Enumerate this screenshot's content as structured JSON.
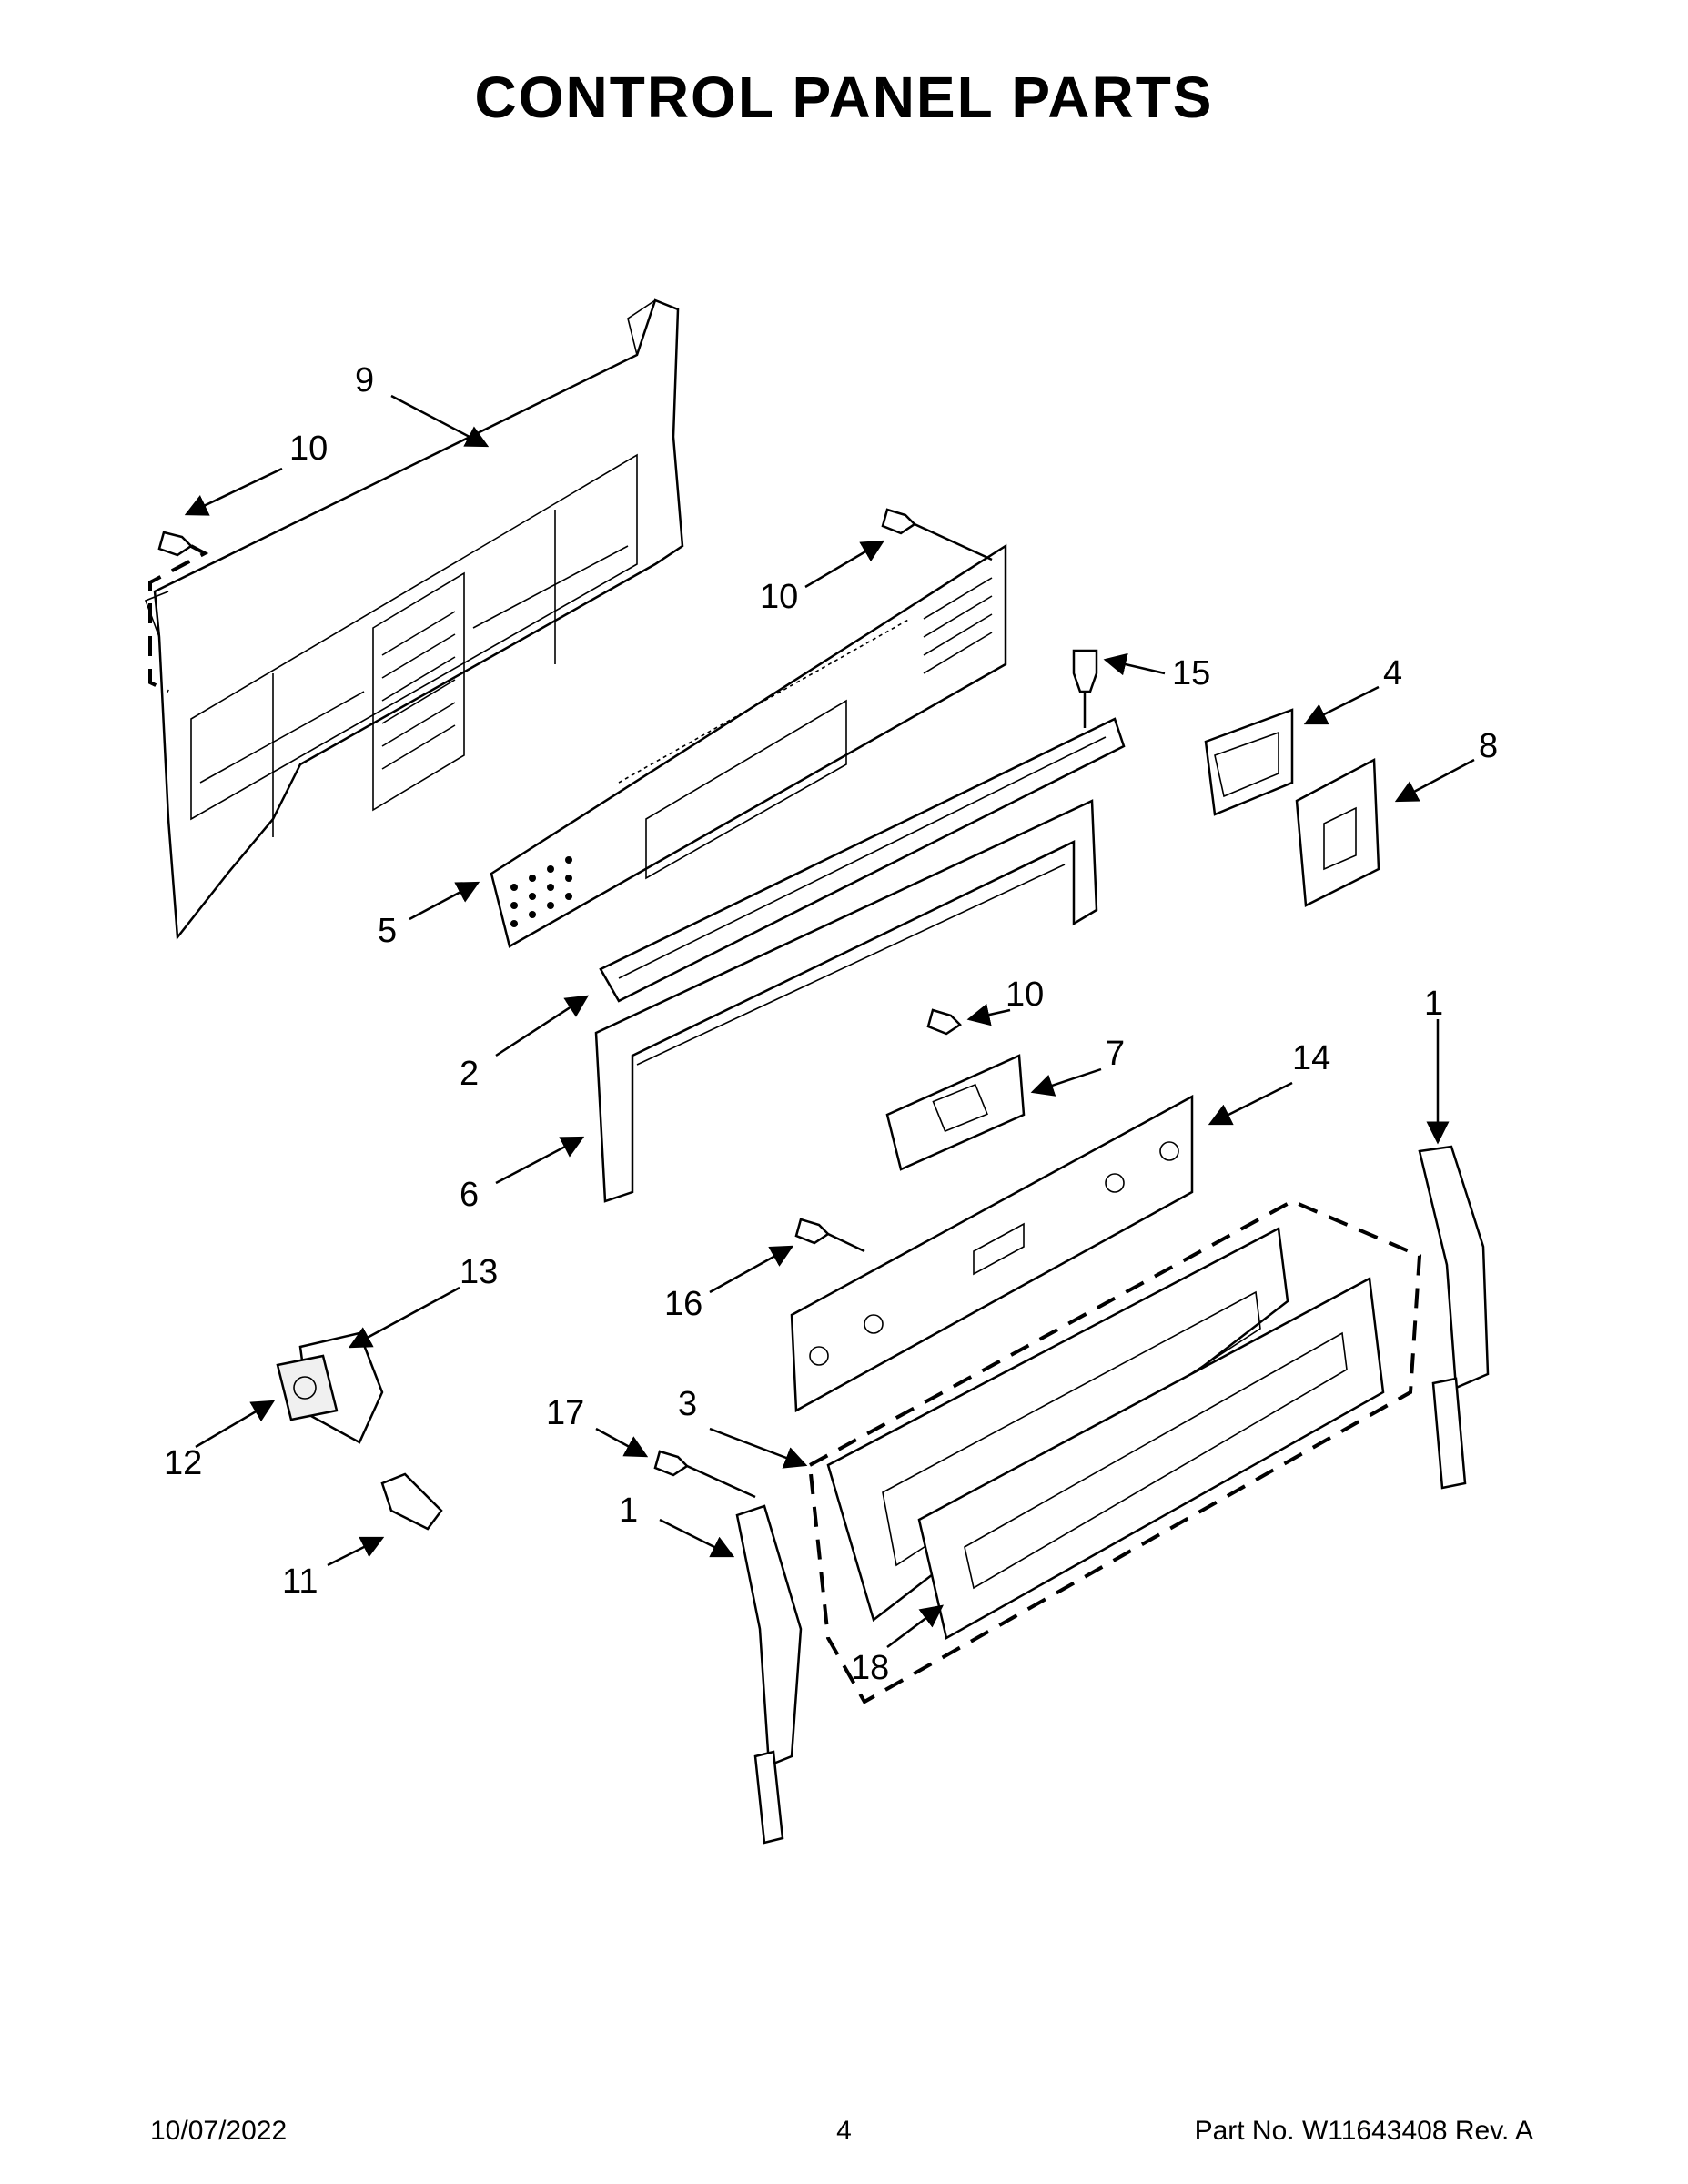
{
  "title": "CONTROL PANEL PARTS",
  "callouts": [
    {
      "id": "9",
      "label": "9"
    },
    {
      "id": "10a",
      "label": "10"
    },
    {
      "id": "10b",
      "label": "10"
    },
    {
      "id": "15",
      "label": "15"
    },
    {
      "id": "4",
      "label": "4"
    },
    {
      "id": "8",
      "label": "8"
    },
    {
      "id": "5",
      "label": "5"
    },
    {
      "id": "10c",
      "label": "10"
    },
    {
      "id": "1a",
      "label": "1"
    },
    {
      "id": "7",
      "label": "7"
    },
    {
      "id": "14",
      "label": "14"
    },
    {
      "id": "2",
      "label": "2"
    },
    {
      "id": "6",
      "label": "6"
    },
    {
      "id": "13",
      "label": "13"
    },
    {
      "id": "16",
      "label": "16"
    },
    {
      "id": "17",
      "label": "17"
    },
    {
      "id": "3",
      "label": "3"
    },
    {
      "id": "12",
      "label": "12"
    },
    {
      "id": "1b",
      "label": "1"
    },
    {
      "id": "11",
      "label": "11"
    },
    {
      "id": "18",
      "label": "18"
    }
  ],
  "footer": {
    "date": "10/07/2022",
    "page": "4",
    "part_no": "Part No.  W11643408   Rev.  A"
  }
}
